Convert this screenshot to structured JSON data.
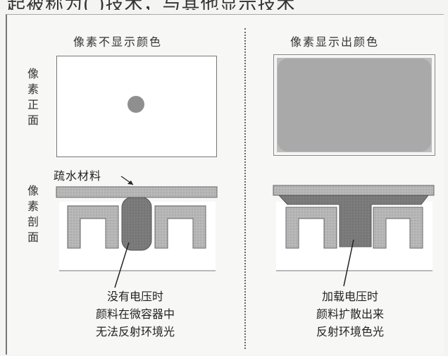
{
  "header": {
    "partial_text": "起被称为(     )技术，与其他显示技术"
  },
  "left_panel": {
    "title": "像素不显示颜色",
    "caption_lines": [
      "没有电压时",
      "颜料在微容器中",
      "无法反射环境光"
    ],
    "annotation": "疏水材料"
  },
  "right_panel": {
    "title": "像素显示出颜色",
    "caption_lines": [
      "加载电压时",
      "颜料扩散出来",
      "反射环境色光"
    ]
  },
  "row_labels": {
    "front": [
      "像",
      "素",
      "正",
      "面"
    ],
    "section": [
      "像",
      "素",
      "剖",
      "面"
    ]
  },
  "colors": {
    "pigment": "#7d7d7d",
    "layer": "#b4b4b4",
    "background": "#f7f7f5"
  }
}
